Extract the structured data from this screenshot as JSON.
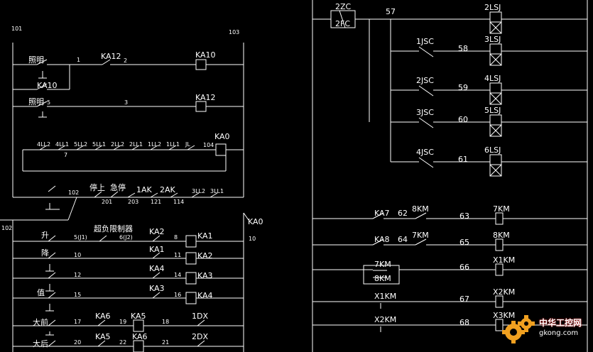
{
  "colors": {
    "background": "#000000",
    "wire": "#ffffff",
    "watermark_gear": "#f0a020"
  },
  "left_panel": {
    "node_top_left": "101",
    "node_top_right": "103",
    "node_mid_left": "102",
    "ka0_side": "KA0",
    "node_10_right": "10",
    "rung1": {
      "label": "照明",
      "wire1": "1",
      "contact": "KA12",
      "wire2": "2",
      "coil": "KA10"
    },
    "rung2": {
      "hold": "KA10",
      "label": "照明",
      "wire5": "5",
      "wire3": "3",
      "coil": "KA12"
    },
    "rung3": {
      "c1": "4LL2",
      "c2": "4LL1",
      "w7": "7",
      "c3": "5LL2",
      "c4": "5LL1",
      "c5": "2LL2",
      "c6": "2LL1",
      "c7": "1LL2",
      "c8": "1LL1",
      "c9": "JL",
      "wire104": "104",
      "coil": "KA0"
    },
    "rung4": {
      "wire102": "102",
      "stop_up": "停上",
      "estop": "急停",
      "wire201": "201",
      "sw1": "1AK",
      "wire203": "203",
      "sw2": "2AK",
      "wire121": "121",
      "wire114": "114",
      "c1": "3LL2",
      "c2": "3LL1"
    },
    "rung_up": {
      "label": "升",
      "w5": "5(J1)",
      "limiter": "超负限制器",
      "w6": "6(J2)",
      "contact": "KA2",
      "w8": "8",
      "coil": "KA1"
    },
    "rung_down": {
      "label": "降",
      "w10": "10",
      "contact": "KA1",
      "w11": "11",
      "coil": "KA2"
    },
    "rung_k3": {
      "w12": "12",
      "contact": "KA4",
      "w14": "14",
      "coil": "KA3"
    },
    "rung_k4": {
      "label": "值",
      "w15": "15",
      "contact": "KA3",
      "w16": "16",
      "coil": "KA4"
    },
    "rung_fwd": {
      "label": "大前",
      "w17": "17",
      "contact": "KA6",
      "w19": "19",
      "coil": "KA5",
      "w18": "18",
      "relay": "1DX"
    },
    "rung_back": {
      "label": "大后",
      "w20": "20",
      "contact": "KA5",
      "w22": "22",
      "coil": "KA6",
      "w21": "21",
      "relay": "2DX"
    }
  },
  "right_panel": {
    "top_contact_a": "2ZC",
    "top_contact_b": "2FC",
    "wire57": "57",
    "branches": [
      {
        "contact": "",
        "wire": "",
        "coil": "2LSJ"
      },
      {
        "contact": "1JSC",
        "wire": "58",
        "coil": "3LSJ"
      },
      {
        "contact": "2JSC",
        "wire": "59",
        "coil": "4LSJ"
      },
      {
        "contact": "3JSC",
        "wire": "60",
        "coil": "5LSJ"
      },
      {
        "contact": "4JSC",
        "wire": "61",
        "coil": "6LSJ"
      }
    ],
    "km_rows": [
      {
        "contact": "KA7",
        "wire_a": "62",
        "interlock": "8KM",
        "wire_b": "63",
        "coil": "7KM"
      },
      {
        "contact": "KA8",
        "wire_a": "64",
        "interlock": "7KM",
        "wire_b": "65",
        "coil": "8KM"
      },
      {
        "contact": "7KM",
        "contact2": "8KM",
        "wire_a": "",
        "interlock": "",
        "wire_b": "66",
        "coil": "X1KM"
      },
      {
        "contact": "X1KM",
        "wire_a": "",
        "interlock": "",
        "wire_b": "67",
        "coil": "X2KM"
      },
      {
        "contact": "X2KM",
        "wire_a": "",
        "interlock": "",
        "wire_b": "68",
        "coil": "X3KM"
      }
    ]
  },
  "watermark": {
    "brand": "中华工控网",
    "domain": "gkong.com"
  }
}
